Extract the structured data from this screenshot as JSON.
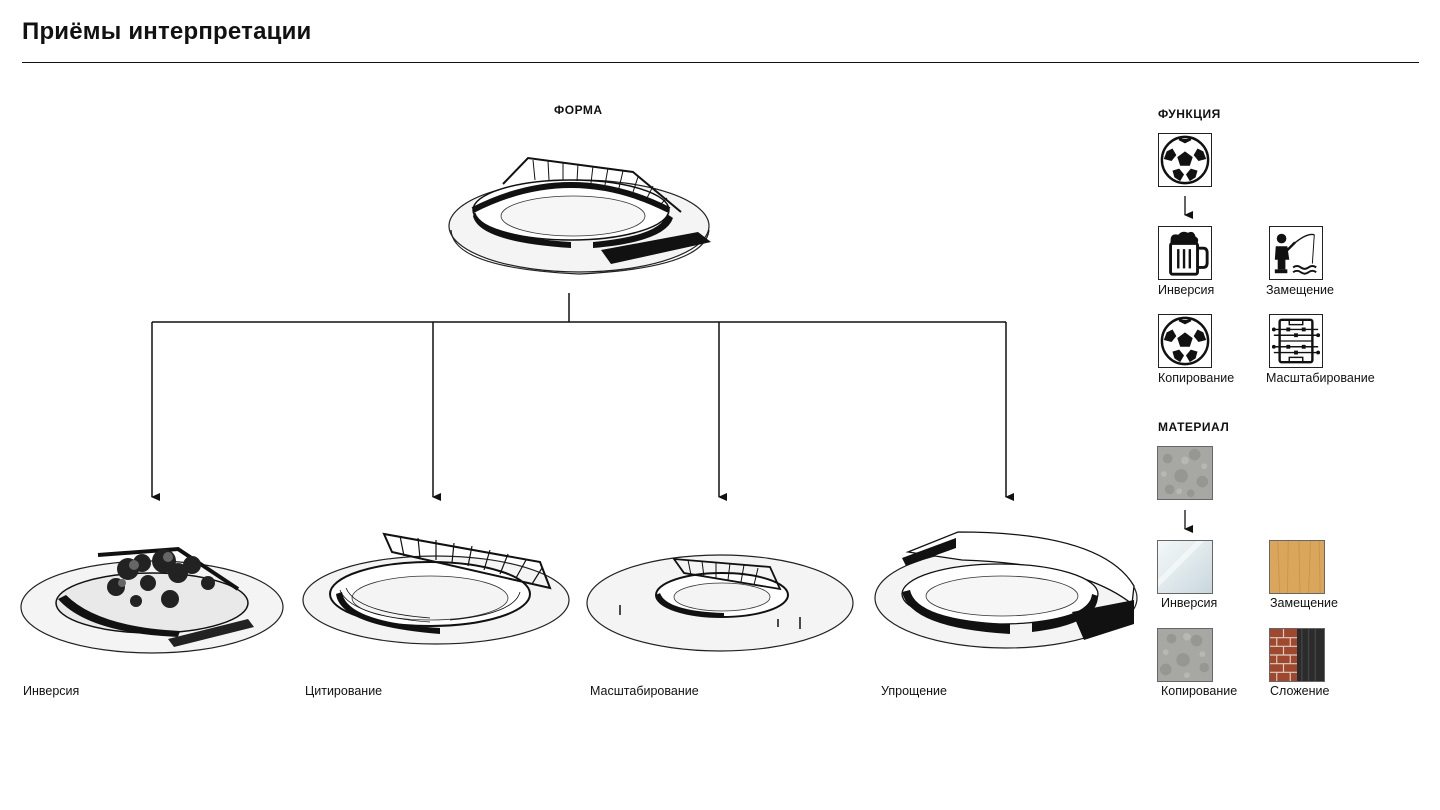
{
  "header": {
    "title": "Приёмы интерпретации"
  },
  "form": {
    "heading": "ФОРМА",
    "variants": [
      {
        "label": "Инверсия"
      },
      {
        "label": "Цитирование"
      },
      {
        "label": "Масштабирование"
      },
      {
        "label": "Упрощение"
      }
    ]
  },
  "function": {
    "heading": "ФУНКЦИЯ",
    "source_icon": "soccer-ball-icon",
    "items": [
      {
        "label": "Инверсия",
        "icon": "beer-mug-icon"
      },
      {
        "label": "Замещение",
        "icon": "fishing-person-icon"
      },
      {
        "label": "Копирование",
        "icon": "soccer-ball-icon"
      },
      {
        "label": "Масштабирование",
        "icon": "foosball-table-icon"
      }
    ]
  },
  "material": {
    "heading": "МАТЕРИАЛ",
    "source_swatch": "concrete-swatch",
    "items": [
      {
        "label": "Инверсия",
        "swatch": "glass-swatch"
      },
      {
        "label": "Замещение",
        "swatch": "wood-swatch"
      },
      {
        "label": "Копирование",
        "swatch": "concrete-swatch"
      },
      {
        "label": "Сложение",
        "swatch": "brick-and-timber-swatch"
      }
    ]
  },
  "colors": {
    "ink": "#111111",
    "stadium_base": "#f2f2f2",
    "concrete": "#a9a9a6",
    "wood": "#d9a65c",
    "brick": "#a0482e",
    "glass": "#e8f0f2"
  }
}
